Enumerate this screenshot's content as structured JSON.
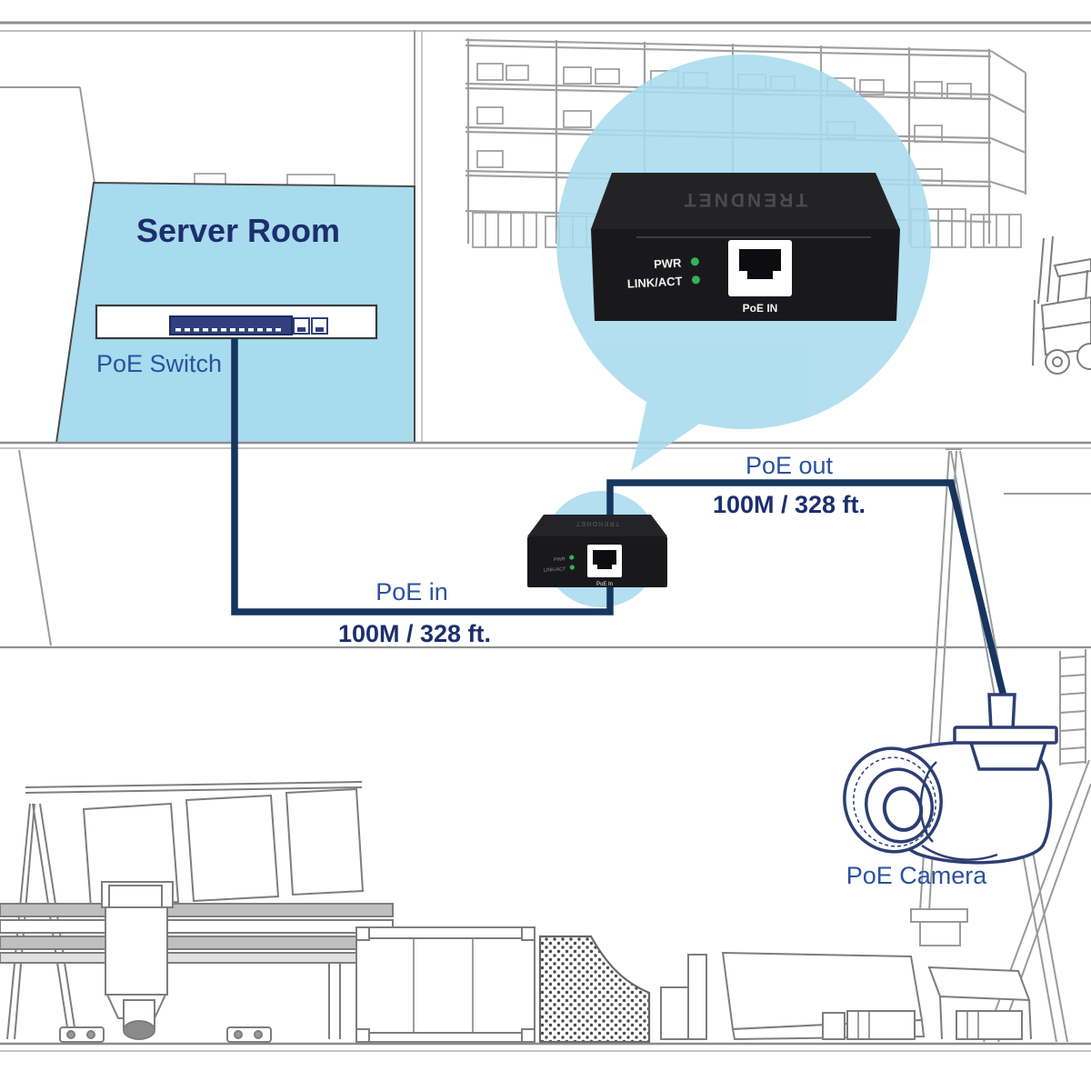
{
  "diagram": {
    "room": {
      "title": "Server Room",
      "switch_label": "PoE Switch"
    },
    "links": {
      "poe_in": {
        "label": "PoE in",
        "distance": "100M / 328 ft."
      },
      "poe_out": {
        "label": "PoE out",
        "distance": "100M / 328 ft."
      }
    },
    "camera": {
      "label": "PoE Camera"
    },
    "extender_detail": {
      "brand": "TRENDNET",
      "led_pwr": "PWR",
      "led_linkact": "LINK/ACT",
      "port_label": "PoE IN"
    },
    "extender_small": {
      "brand": "TRENDNET",
      "led_pwr": "PWR",
      "led_linkact": "LINK/ACT",
      "port_label": "PoE In"
    },
    "colors": {
      "room_fill": "#a8dbee",
      "bubble_fill": "#a8dbee",
      "cable_navy": "#17355f",
      "label_blue": "#2a52a0",
      "heading_navy": "#1c2f6d",
      "led_green": "#35b05e",
      "device_black": "#19191c",
      "line_gray": "#8f8f8f"
    }
  }
}
